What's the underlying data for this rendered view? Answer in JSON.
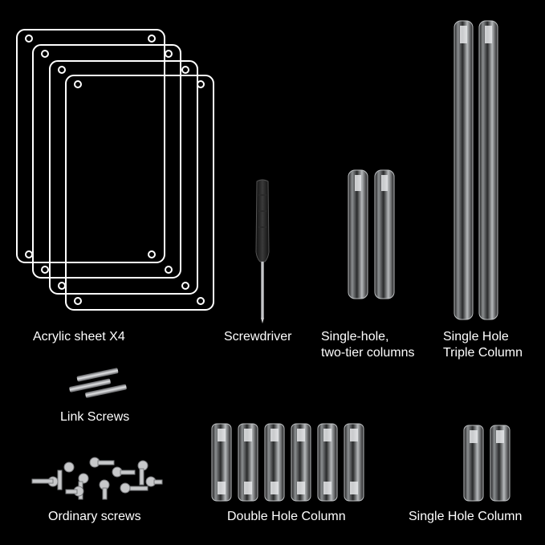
{
  "parts": {
    "acrylic_sheets": {
      "label": "Acrylic sheet X4"
    },
    "screwdriver": {
      "label": "Screwdriver"
    },
    "single_hole_two_tier": {
      "label_line1": "Single-hole,",
      "label_line2": "two-tier columns"
    },
    "single_hole_triple": {
      "label_line1": "Single Hole",
      "label_line2": "Triple Column"
    },
    "link_screws": {
      "label": "Link Screws"
    },
    "ordinary_screws": {
      "label": "Ordinary screws"
    },
    "double_hole_column": {
      "label": "Double Hole Column"
    },
    "single_hole_column": {
      "label": "Single Hole Column"
    }
  },
  "colors": {
    "background": "#000000",
    "outline": "#ffffff",
    "acrylic": "#c9cccd",
    "metal": "#a9aaad"
  }
}
